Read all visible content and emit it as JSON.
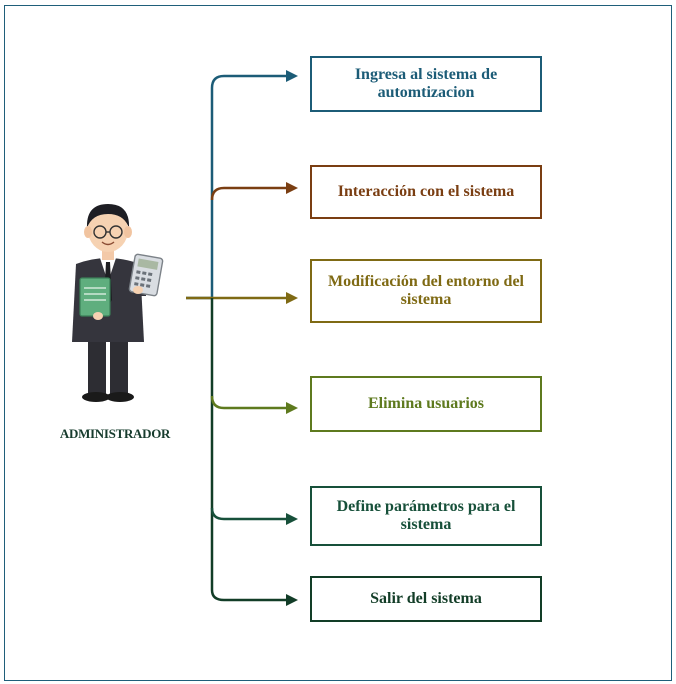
{
  "actor": {
    "label": "ADMINISTRADOR",
    "icon": "administrator-person-icon"
  },
  "actions": [
    {
      "label": "Ingresa al sistema de automtizacion",
      "color": "#1c5c77"
    },
    {
      "label": "Interacción con el sistema",
      "color": "#7a3e12"
    },
    {
      "label": "Modificación del entorno del sistema",
      "color": "#7f6a14"
    },
    {
      "label": "Elimina usuarios",
      "color": "#5e7a1e"
    },
    {
      "label": "Define parámetros para el sistema",
      "color": "#17503a"
    },
    {
      "label": "Salir del sistema",
      "color": "#123d27"
    }
  ]
}
